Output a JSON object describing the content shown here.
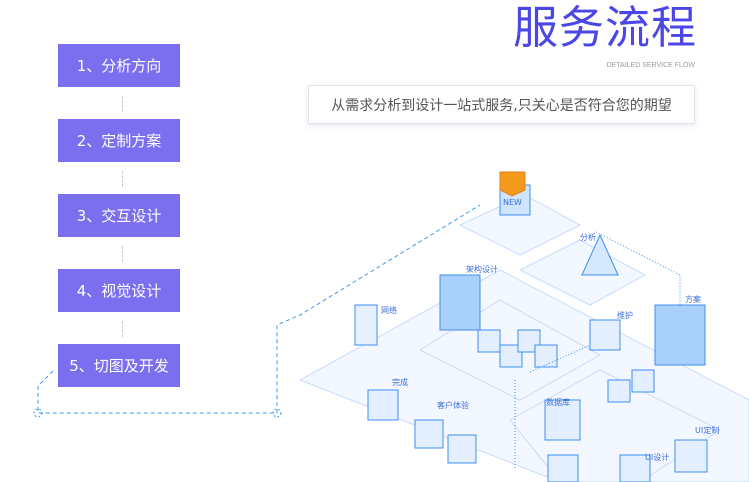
{
  "header": {
    "title": "服务流程",
    "subtitle": "DETAILED SERVICE FLOW",
    "slogan": "从需求分析到设计一站式服务,只关心是否符合您的期望"
  },
  "steps": [
    {
      "label": "1、分析方向"
    },
    {
      "label": "2、定制方案"
    },
    {
      "label": "3、交互设计"
    },
    {
      "label": "4、视觉设计"
    },
    {
      "label": "5、切图及开发"
    }
  ],
  "illustration": {
    "badge": "NEW",
    "labels": [
      "分析",
      "架构设计",
      "网络",
      "维护",
      "方案",
      "完成",
      "客户体验",
      "数据库",
      "UI设计",
      "UI定制"
    ]
  },
  "colors": {
    "step": "#7b6ff0",
    "title": "#4b46e6",
    "accent": "#3d8ef0"
  }
}
